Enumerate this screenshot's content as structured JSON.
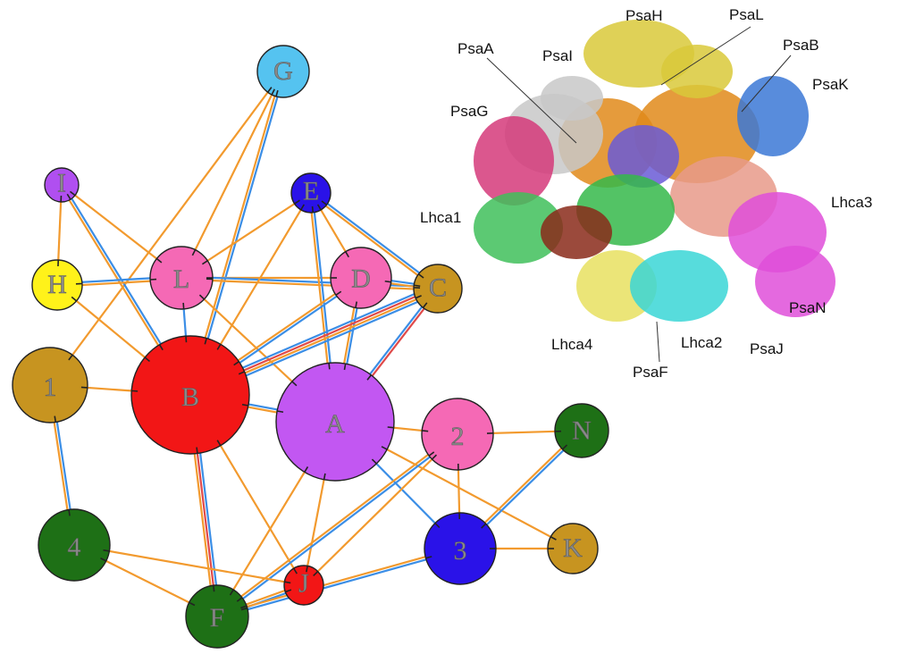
{
  "network": {
    "nodes": [
      {
        "id": "G",
        "label": "G",
        "color": "#55c3f0"
      },
      {
        "id": "I",
        "label": "I",
        "color": "#b04ff0"
      },
      {
        "id": "E",
        "label": "E",
        "color": "#2a12e8"
      },
      {
        "id": "H",
        "label": "H",
        "color": "#fff21a"
      },
      {
        "id": "L",
        "label": "L",
        "color": "#f569b5"
      },
      {
        "id": "D",
        "label": "D",
        "color": "#f569b5"
      },
      {
        "id": "C",
        "label": "C",
        "color": "#c79420"
      },
      {
        "id": "1",
        "label": "1",
        "color": "#c79420"
      },
      {
        "id": "B",
        "label": "B",
        "color": "#f21616"
      },
      {
        "id": "A",
        "label": "A",
        "color": "#c257f2"
      },
      {
        "id": "2",
        "label": "2",
        "color": "#f569b5"
      },
      {
        "id": "N",
        "label": "N",
        "color": "#1e7016"
      },
      {
        "id": "4",
        "label": "4",
        "color": "#1e7016"
      },
      {
        "id": "3",
        "label": "3",
        "color": "#2a12e8"
      },
      {
        "id": "K",
        "label": "K",
        "color": "#c79420"
      },
      {
        "id": "J",
        "label": "J",
        "color": "#f21616"
      },
      {
        "id": "F",
        "label": "F",
        "color": "#1e7016"
      }
    ],
    "edges": [
      {
        "from": "G",
        "to": "1",
        "colors": [
          "#f29a2e"
        ]
      },
      {
        "from": "G",
        "to": "B",
        "colors": [
          "#3b8ee6",
          "#f29a2e"
        ]
      },
      {
        "from": "G",
        "to": "L",
        "colors": [
          "#f29a2e"
        ]
      },
      {
        "from": "I",
        "to": "H",
        "colors": [
          "#f29a2e"
        ]
      },
      {
        "from": "I",
        "to": "B",
        "colors": [
          "#3b8ee6",
          "#f29a2e"
        ]
      },
      {
        "from": "I",
        "to": "L",
        "colors": [
          "#f29a2e"
        ]
      },
      {
        "from": "H",
        "to": "L",
        "colors": [
          "#3b8ee6",
          "#f29a2e"
        ]
      },
      {
        "from": "H",
        "to": "B",
        "colors": [
          "#f29a2e"
        ]
      },
      {
        "from": "L",
        "to": "B",
        "colors": [
          "#3b8ee6"
        ]
      },
      {
        "from": "L",
        "to": "D",
        "colors": [
          "#f29a2e"
        ]
      },
      {
        "from": "L",
        "to": "C",
        "colors": [
          "#3b8ee6",
          "#f29a2e"
        ]
      },
      {
        "from": "L",
        "to": "A",
        "colors": [
          "#f29a2e"
        ]
      },
      {
        "from": "E",
        "to": "D",
        "colors": [
          "#f29a2e"
        ]
      },
      {
        "from": "E",
        "to": "C",
        "colors": [
          "#3b8ee6",
          "#f29a2e"
        ]
      },
      {
        "from": "E",
        "to": "A",
        "colors": [
          "#3b8ee6",
          "#f29a2e"
        ]
      },
      {
        "from": "E",
        "to": "L",
        "colors": [
          "#f29a2e"
        ]
      },
      {
        "from": "E",
        "to": "B",
        "colors": [
          "#f29a2e"
        ]
      },
      {
        "from": "D",
        "to": "C",
        "colors": [
          "#3b8ee6",
          "#f29a2e"
        ]
      },
      {
        "from": "D",
        "to": "A",
        "colors": [
          "#3b8ee6",
          "#f29a2e"
        ]
      },
      {
        "from": "D",
        "to": "B",
        "colors": [
          "#3b8ee6",
          "#f29a2e"
        ]
      },
      {
        "from": "C",
        "to": "B",
        "colors": [
          "#3b8ee6",
          "#f29a2e",
          "#e04a4a",
          "#3b8ee6"
        ]
      },
      {
        "from": "C",
        "to": "A",
        "colors": [
          "#e04a4a",
          "#3b8ee6"
        ]
      },
      {
        "from": "1",
        "to": "B",
        "colors": [
          "#f29a2e"
        ]
      },
      {
        "from": "1",
        "to": "4",
        "colors": [
          "#3b8ee6",
          "#f29a2e"
        ]
      },
      {
        "from": "B",
        "to": "A",
        "colors": [
          "#3b8ee6",
          "#f29a2e"
        ]
      },
      {
        "from": "B",
        "to": "F",
        "colors": [
          "#3b8ee6",
          "#e04a4a",
          "#f29a2e"
        ]
      },
      {
        "from": "B",
        "to": "J",
        "colors": [
          "#f29a2e"
        ]
      },
      {
        "from": "A",
        "to": "2",
        "colors": [
          "#f29a2e"
        ]
      },
      {
        "from": "A",
        "to": "3",
        "colors": [
          "#3b8ee6"
        ]
      },
      {
        "from": "A",
        "to": "K",
        "colors": [
          "#f29a2e"
        ]
      },
      {
        "from": "A",
        "to": "J",
        "colors": [
          "#f29a2e"
        ]
      },
      {
        "from": "A",
        "to": "F",
        "colors": [
          "#f29a2e"
        ]
      },
      {
        "from": "2",
        "to": "N",
        "colors": [
          "#f29a2e"
        ]
      },
      {
        "from": "2",
        "to": "3",
        "colors": [
          "#f29a2e"
        ]
      },
      {
        "from": "2",
        "to": "F",
        "colors": [
          "#3b8ee6",
          "#f29a2e"
        ]
      },
      {
        "from": "2",
        "to": "J",
        "colors": [
          "#f29a2e"
        ]
      },
      {
        "from": "N",
        "to": "3",
        "colors": [
          "#3b8ee6",
          "#f29a2e"
        ]
      },
      {
        "from": "3",
        "to": "K",
        "colors": [
          "#f29a2e"
        ]
      },
      {
        "from": "4",
        "to": "J",
        "colors": [
          "#f29a2e"
        ]
      },
      {
        "from": "4",
        "to": "F",
        "colors": [
          "#f29a2e"
        ]
      },
      {
        "from": "J",
        "to": "F",
        "colors": [
          "#3b8ee6",
          "#f29a2e"
        ]
      },
      {
        "from": "3",
        "to": "F",
        "colors": [
          "#3b8ee6",
          "#f29a2e"
        ]
      }
    ]
  },
  "structure": {
    "labels": [
      "PsaH",
      "PsaL",
      "PsaA",
      "PsaI",
      "PsaB",
      "PsaK",
      "PsaG",
      "Lhca1",
      "Lhca3",
      "PsaN",
      "Lhca4",
      "Lhca2",
      "PsaJ",
      "PsaF"
    ]
  }
}
